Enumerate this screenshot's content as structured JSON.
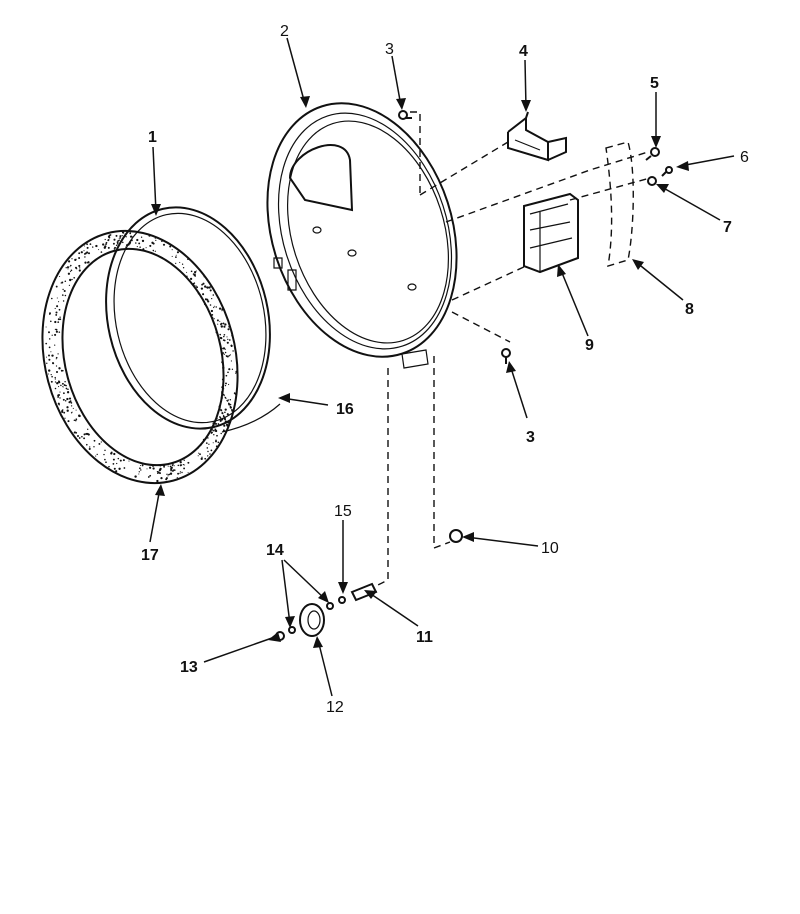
{
  "callouts": [
    {
      "id": "1",
      "text": "1",
      "bold": true
    },
    {
      "id": "2",
      "text": "2",
      "bold": false
    },
    {
      "id": "3a",
      "text": "3",
      "bold": false
    },
    {
      "id": "3b",
      "text": "3",
      "bold": true
    },
    {
      "id": "4",
      "text": "4",
      "bold": true
    },
    {
      "id": "5",
      "text": "5",
      "bold": true
    },
    {
      "id": "6",
      "text": "6",
      "bold": false
    },
    {
      "id": "7",
      "text": "7",
      "bold": true
    },
    {
      "id": "8",
      "text": "8",
      "bold": true
    },
    {
      "id": "9",
      "text": "9",
      "bold": true
    },
    {
      "id": "10",
      "text": "10",
      "bold": false
    },
    {
      "id": "11",
      "text": "11",
      "bold": true
    },
    {
      "id": "12",
      "text": "12",
      "bold": false
    },
    {
      "id": "13",
      "text": "13",
      "bold": true
    },
    {
      "id": "14",
      "text": "14",
      "bold": true
    },
    {
      "id": "15",
      "text": "15",
      "bold": false
    },
    {
      "id": "16",
      "text": "16",
      "bold": true
    },
    {
      "id": "17",
      "text": "17",
      "bold": true
    }
  ],
  "colors": {
    "ink": "#111111",
    "background": "#ffffff"
  }
}
